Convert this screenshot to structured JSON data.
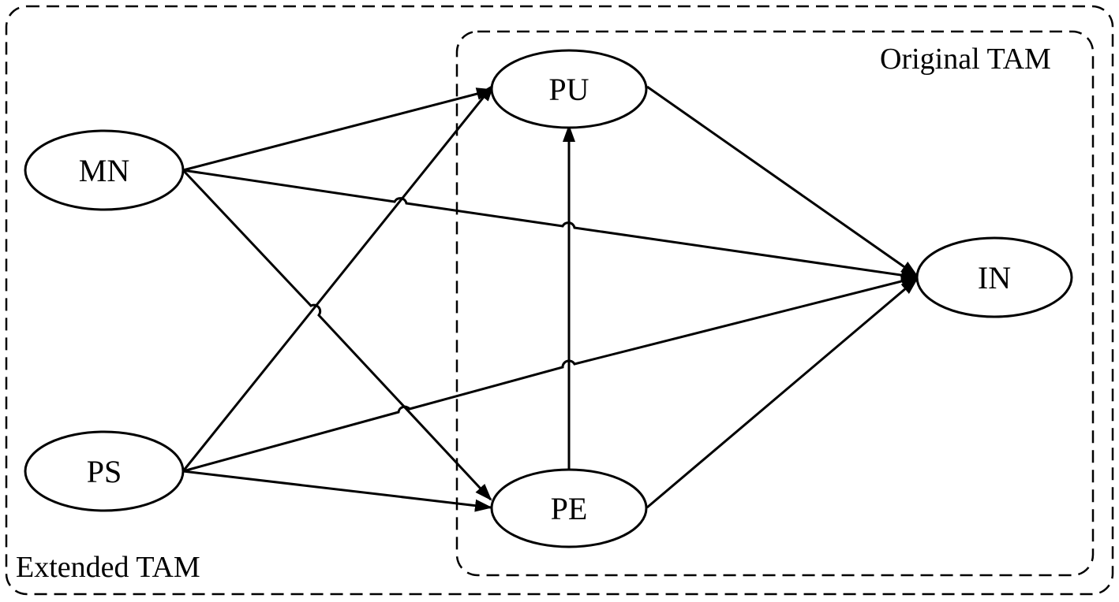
{
  "groups": {
    "extended": {
      "label": "Extended TAM"
    },
    "original": {
      "label": "Original TAM"
    }
  },
  "nodes": {
    "mn": {
      "label": "MN"
    },
    "ps": {
      "label": "PS"
    },
    "pu": {
      "label": "PU"
    },
    "pe": {
      "label": "PE"
    },
    "in": {
      "label": "IN"
    }
  },
  "edges": [
    {
      "from": "MN",
      "to": "PU"
    },
    {
      "from": "MN",
      "to": "IN"
    },
    {
      "from": "MN",
      "to": "PE"
    },
    {
      "from": "PS",
      "to": "PU"
    },
    {
      "from": "PS",
      "to": "IN"
    },
    {
      "from": "PS",
      "to": "PE"
    },
    {
      "from": "PE",
      "to": "PU"
    },
    {
      "from": "PU",
      "to": "IN"
    },
    {
      "from": "PE",
      "to": "IN"
    }
  ],
  "colors": {
    "stroke": "#000000",
    "background": "#ffffff"
  }
}
